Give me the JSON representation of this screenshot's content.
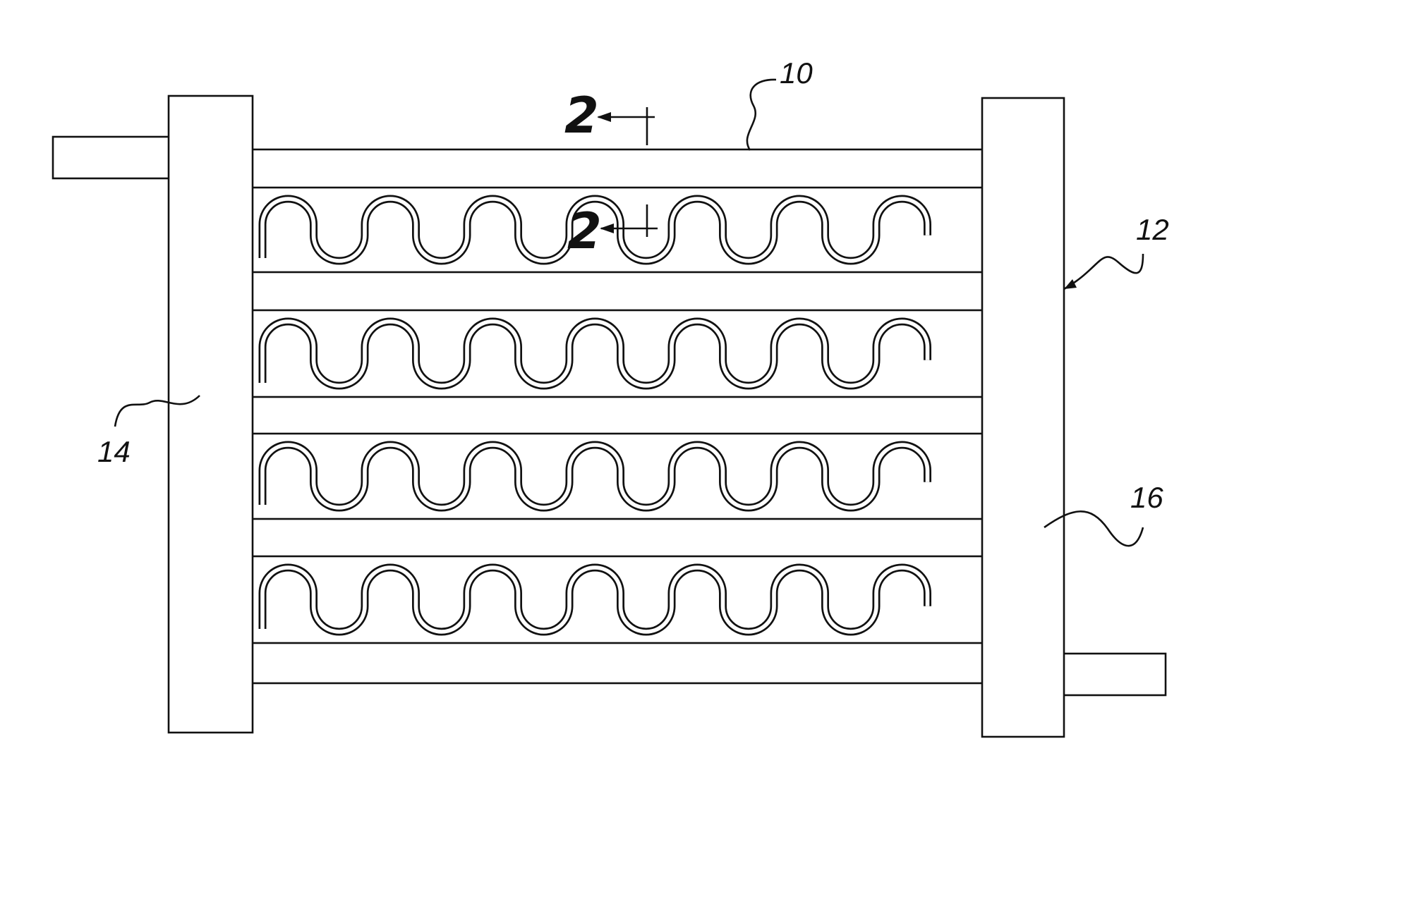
{
  "figure": {
    "reference_numerals": {
      "heat_exchanger": "10",
      "right_header": "12",
      "left_header": "14",
      "right_header_body": "16"
    },
    "section_line": {
      "label_top": "2",
      "label_bottom": "2"
    }
  }
}
